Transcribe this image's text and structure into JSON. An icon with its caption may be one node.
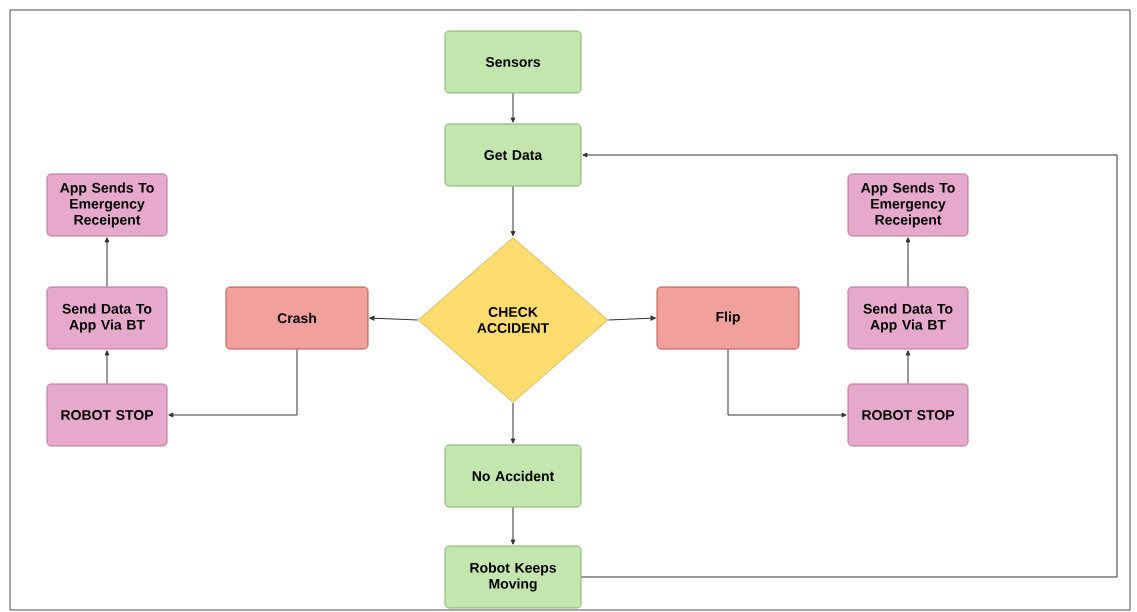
{
  "diagram": {
    "nodes": [
      {
        "text": [
          "Sensors"
        ]
      },
      {
        "text": [
          "Get Data"
        ]
      },
      {
        "text": [
          "App Sends To Emergency Receipent"
        ]
      },
      {
        "text": [
          "App Sends To Emergency Receipent"
        ]
      },
      {
        "text": [
          "Send Data To App Via BT"
        ]
      },
      {
        "text": [
          "Crash"
        ]
      },
      {
        "text": [
          "CHECK ACCIDENT"
        ]
      },
      {
        "text": [
          "Flip"
        ]
      },
      {
        "text": [
          "Send Data To App Via BT"
        ]
      },
      {
        "text": [
          "ROBOT STOP"
        ]
      },
      {
        "text": [
          "ROBOT STOP"
        ]
      },
      {
        "text": [
          "No Accident"
        ]
      },
      {
        "text": [
          "Robot Keeps Moving"
        ]
      }
    ],
    "edges": [
      {
        "from": 0,
        "to": 1,
        "arrow": "to"
      },
      {
        "from": 1,
        "to": 6,
        "arrow": "to"
      },
      {
        "from": 6,
        "to": 5,
        "arrow": "to"
      },
      {
        "from": 6,
        "to": 7,
        "arrow": "to"
      },
      {
        "from": 6,
        "to": 11,
        "arrow": "to"
      },
      {
        "from": 5,
        "to": 9,
        "arrow": "to"
      },
      {
        "from": 9,
        "to": 4,
        "arrow": "to"
      },
      {
        "from": 4,
        "to": 2,
        "arrow": "to"
      },
      {
        "from": 7,
        "to": 10,
        "arrow": "to"
      },
      {
        "from": 10,
        "to": 8,
        "arrow": "to"
      },
      {
        "from": 8,
        "to": 3,
        "arrow": "to"
      },
      {
        "from": 11,
        "to": 12,
        "arrow": "to"
      },
      {
        "from": 12,
        "to": 1,
        "arrow": "to"
      }
    ]
  }
}
